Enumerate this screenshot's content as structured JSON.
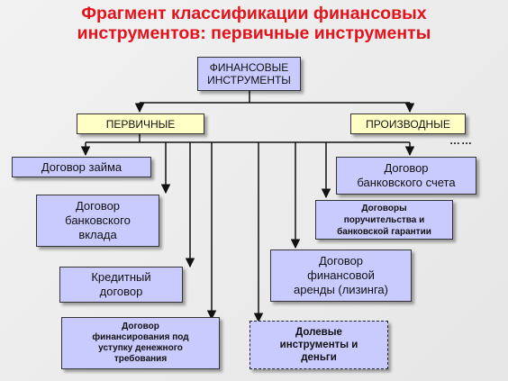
{
  "title": {
    "line1": "Фрагмент классификации финансовых",
    "line2": "инструментов: первичные инструменты"
  },
  "nodes": {
    "root": {
      "line1": "ФИНАНСОВЫЕ",
      "line2": "ИНСТРУМЕНТЫ"
    },
    "primary": "ПЕРВИЧНЫЕ",
    "derivative": "ПРОИЗВОДНЫЕ",
    "loan": "Договор займа",
    "deposit": {
      "line1": "Договор",
      "line2": "банковского",
      "line3": "вклада"
    },
    "credit": {
      "line1": "Кредитный",
      "line2": "договор"
    },
    "factoring": {
      "line1": "Договор",
      "line2": "финансирования под",
      "line3": "уступку денежного",
      "line4": "требования"
    },
    "equity": {
      "line1": "Долевые",
      "line2": "инструменты и",
      "line3": "деньги"
    },
    "leasing": {
      "line1": "Договор",
      "line2": "финансовой",
      "line3": "аренды (лизинга)"
    },
    "guarantee": {
      "line1": "Договоры",
      "line2": "поручительства и",
      "line3": "банковской гарантии"
    },
    "account": {
      "line1": "Договор",
      "line2": "банковского счета"
    },
    "ellipsis": "……"
  },
  "colors": {
    "title": "#e3121b",
    "box_fill": "#c9cbff",
    "category_fill": "#ffffc6",
    "line": "#111111"
  }
}
